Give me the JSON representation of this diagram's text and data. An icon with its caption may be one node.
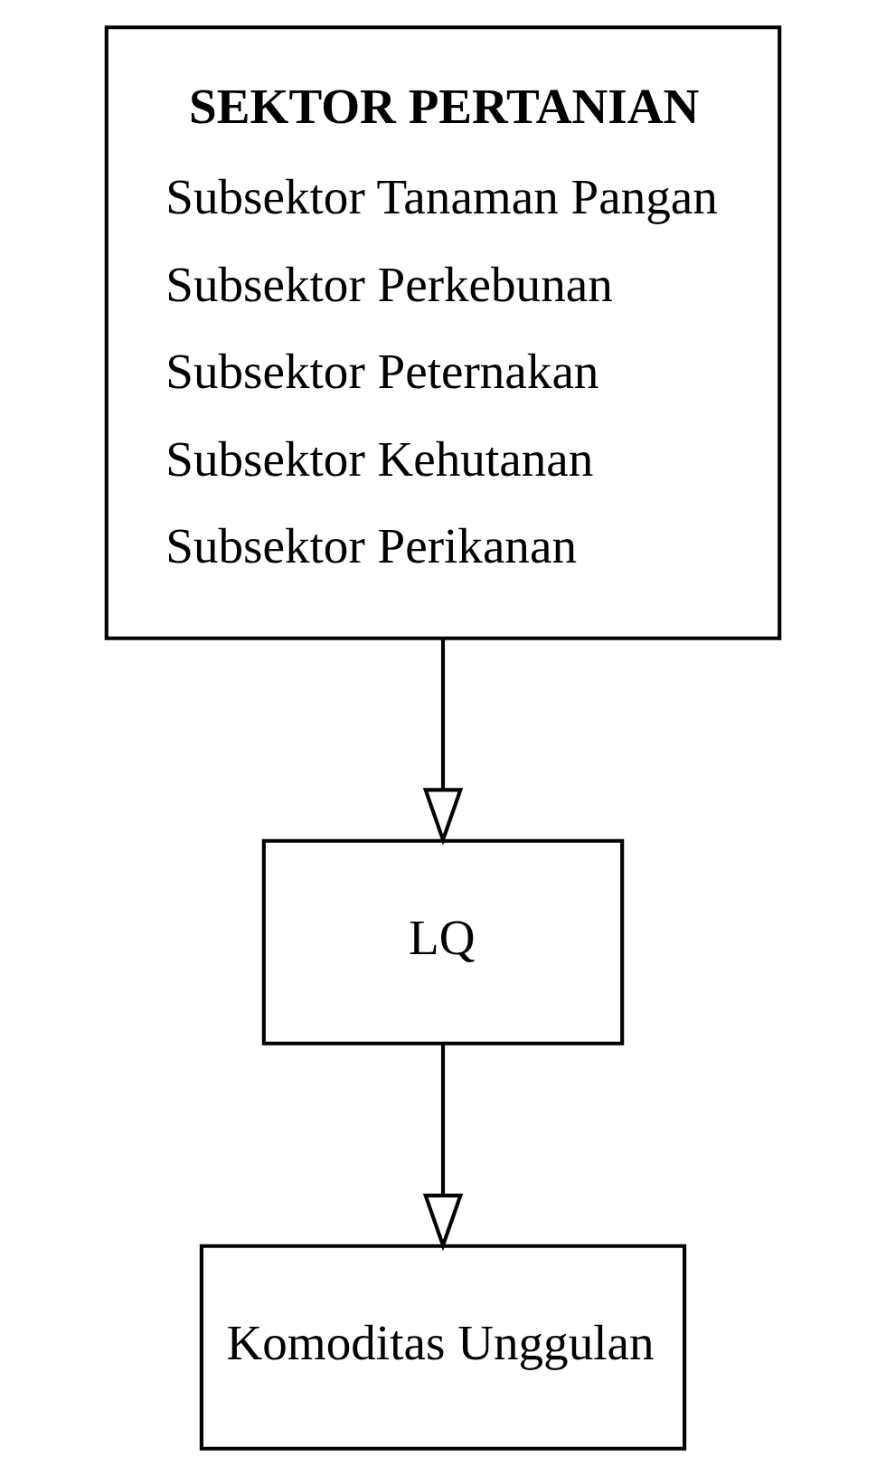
{
  "diagram": {
    "nodes": [
      {
        "text": [
          "SEKTOR PERTANIAN",
          "Subsektor Tanaman Pangan",
          "Subsektor Perkebunan",
          "Subsektor Peternakan",
          "Subsektor Kehutanan",
          "Subsektor Perikanan"
        ]
      },
      {
        "text": [
          "LQ"
        ]
      },
      {
        "text": [
          "Komoditas Unggulan"
        ]
      }
    ],
    "edges": [
      {
        "from": 0,
        "to": 1,
        "arrow": "to"
      },
      {
        "from": 1,
        "to": 2,
        "arrow": "to"
      }
    ]
  }
}
